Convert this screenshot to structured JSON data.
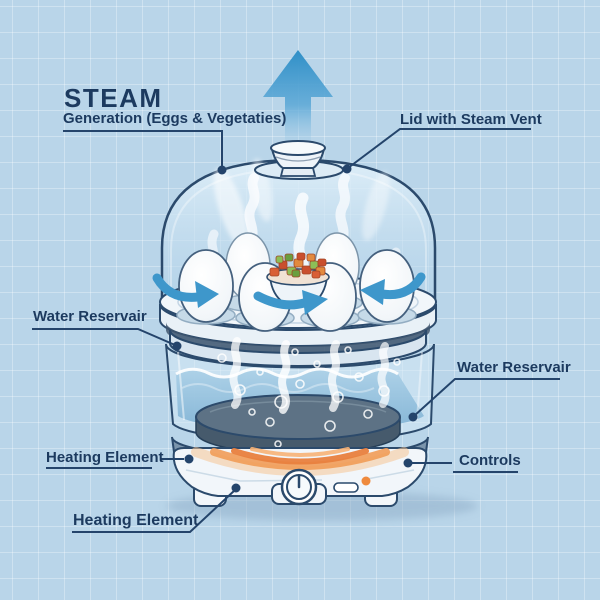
{
  "title": {
    "main": "STEAM",
    "subtitle": "Generation (Eggs & Vegetaties)"
  },
  "labels": {
    "lid_vent": "Lid with Steam Vent",
    "water_reservoir_left": "Water Reservair",
    "water_reservoir_right": "Water Reservair",
    "heating_element_left": "Heating Element",
    "controls": "Controls",
    "heating_element_bottom": "Heating Element"
  },
  "colors": {
    "background": "#b9d5e9",
    "grid_line": "#dcebf5",
    "text_navy": "#1c3a5f",
    "outline_navy": "#2b4a6c",
    "steam_arrow_blue": "#2f8fc7",
    "circulation_arrow_blue": "#3e97cb",
    "water_blue": "#9cc5e0",
    "heating_plate_gray": "#5d7285",
    "heating_glow_orange": "#ec8243",
    "indicator_orange": "#ef8a3d",
    "egg_white": "#f7fafc"
  }
}
